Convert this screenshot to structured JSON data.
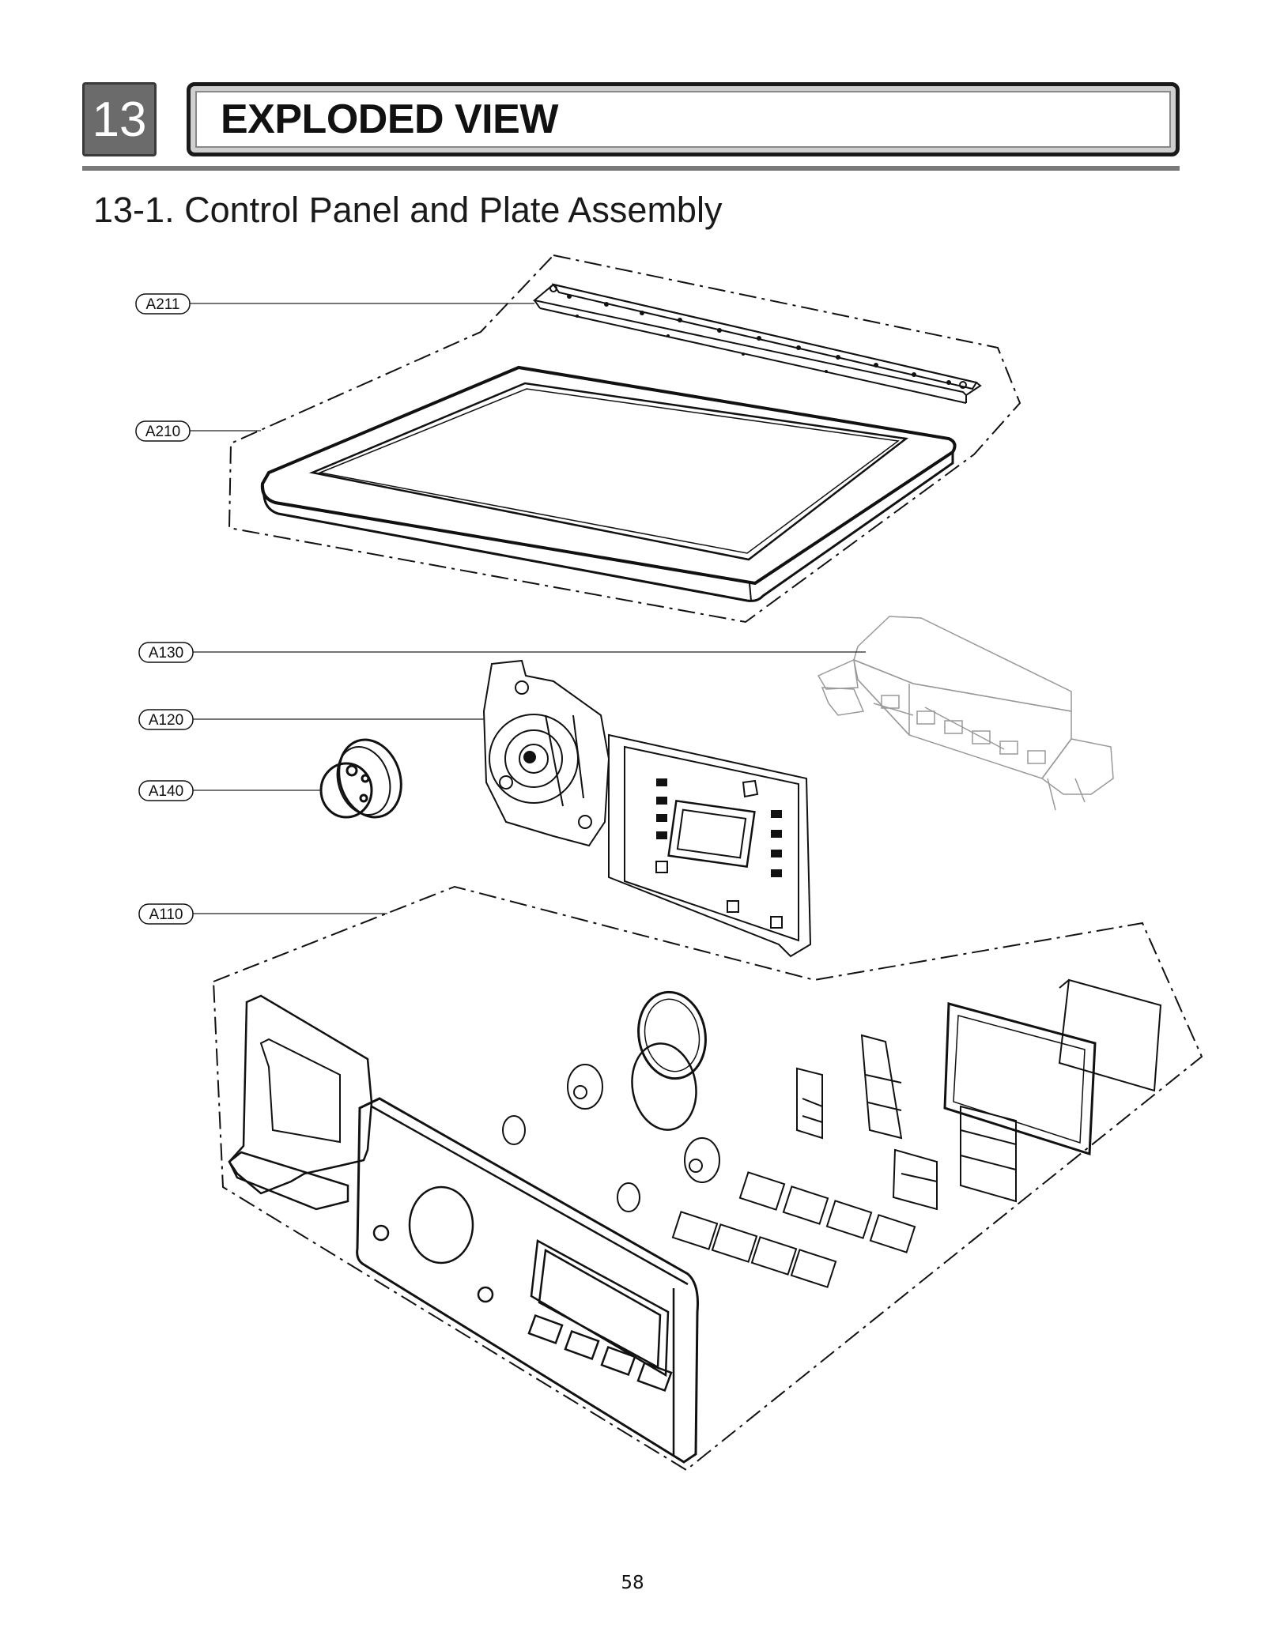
{
  "header": {
    "section_number": "13",
    "section_title": "EXPLODED VIEW"
  },
  "subtitle": "13-1. Control Panel and Plate Assembly",
  "part_labels": {
    "A211": "A211",
    "A210": "A210",
    "A130": "A130",
    "A120": "A120",
    "A140": "A140",
    "A110": "A110"
  },
  "page_number": "58"
}
